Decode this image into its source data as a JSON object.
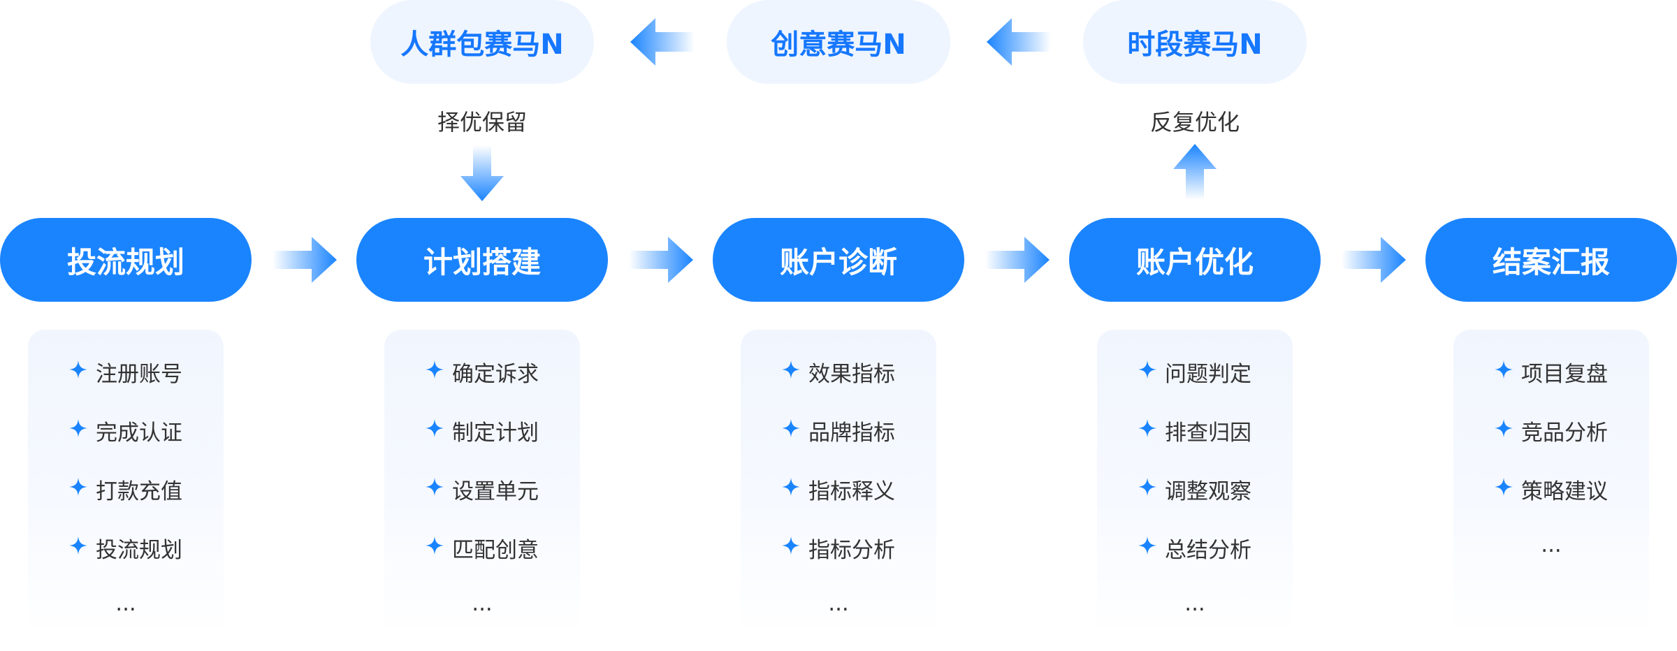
{
  "top_row": [
    {
      "label": "人群包赛马N"
    },
    {
      "label": "创意赛马N"
    },
    {
      "label": "时段赛马N"
    }
  ],
  "side_labels": {
    "left": "择优保留",
    "right": "反复优化"
  },
  "stages": [
    {
      "title": "投流规划",
      "items": [
        "注册账号",
        "完成认证",
        "打款充值",
        "投流规划"
      ],
      "ellipsis": "..."
    },
    {
      "title": "计划搭建",
      "items": [
        "确定诉求",
        "制定计划",
        "设置单元",
        "匹配创意"
      ],
      "ellipsis": "..."
    },
    {
      "title": "账户诊断",
      "items": [
        "效果指标",
        "品牌指标",
        "指标释义",
        "指标分析"
      ],
      "ellipsis": "..."
    },
    {
      "title": "账户优化",
      "items": [
        "问题判定",
        "排查归因",
        "调整观察",
        "总结分析"
      ],
      "ellipsis": "..."
    },
    {
      "title": "结案汇报",
      "items": [
        "项目复盘",
        "竞品分析",
        "策略建议"
      ],
      "ellipsis": "..."
    }
  ],
  "colors": {
    "primary": "#1a84ff",
    "top_pill_bg": "#eef5ff",
    "top_pill_text": "#1677ff",
    "body_text": "#333333"
  }
}
